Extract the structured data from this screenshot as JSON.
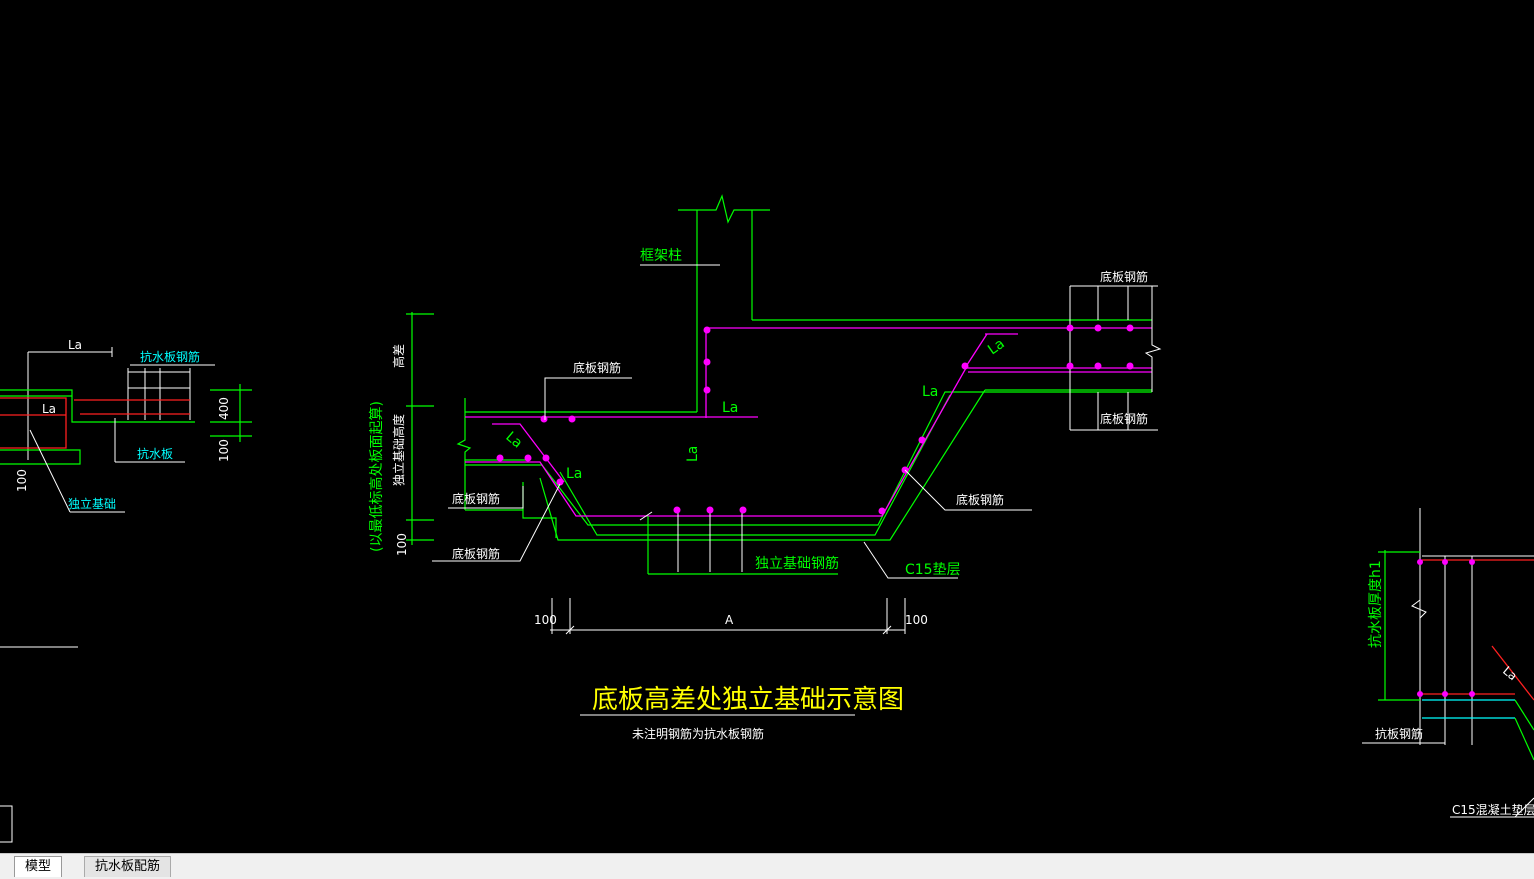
{
  "drawing": {
    "title": "底板高差处独立基础示意图",
    "subtitle": "未注明钢筋为抗水板钢筋",
    "labels": {
      "frame_column": "框架柱",
      "bottom_rebar_top": "底板钢筋",
      "bottom_rebar_left": "底板钢筋",
      "bottom_rebar_right_top": "底板钢筋",
      "bottom_rebar_right_mid": "底板钢筋",
      "bottom_rebar_right_low": "底板钢筋",
      "bottom_rebar_left_low": "底板钢筋",
      "found_rebar": "独立基础钢筋",
      "c15": "C15垫层",
      "vertical_note": "(以最低标高处板面起算)",
      "vert_small_1": "高差",
      "vert_small_2": "独立基础高度"
    },
    "la": "La",
    "dims": {
      "left100": "100",
      "right100": "100",
      "width": "A",
      "vert100": "100"
    }
  },
  "left_detail": {
    "la_top": "La",
    "la_mid": "La",
    "anti_rebar": "抗水板钢筋",
    "anti_slab": "抗水板",
    "found": "独立基础",
    "d400": "400",
    "d100": "100",
    "d100b": "100"
  },
  "right_detail": {
    "thick": "抗水板厚度h1",
    "rebar": "抗板钢筋",
    "c15": "C15混凝土垫层",
    "la": "La"
  },
  "tabs": {
    "model": "模型",
    "layout": "抗水板配筋"
  }
}
